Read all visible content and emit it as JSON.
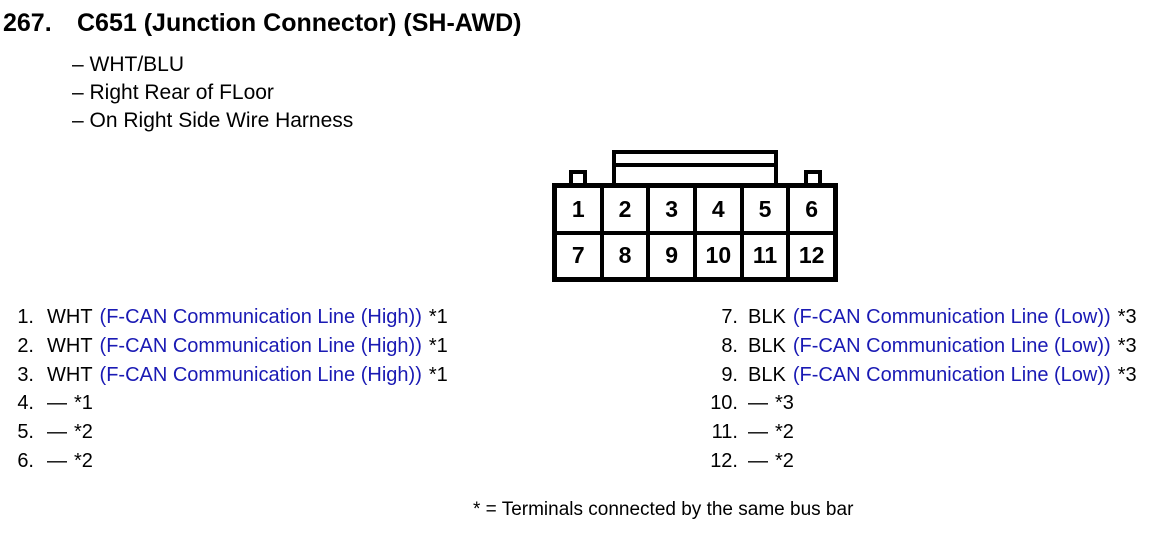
{
  "header": {
    "index": "267.",
    "title": "C651 (Junction Connector) (SH-AWD)",
    "details": [
      "– WHT/BLU",
      "– Right Rear of FLoor",
      "– On Right Side Wire Harness"
    ]
  },
  "connector": {
    "top_row_pins": [
      "1",
      "2",
      "3",
      "4",
      "5",
      "6"
    ],
    "bottom_row_pins": [
      "7",
      "8",
      "9",
      "10",
      "11",
      "12"
    ]
  },
  "pin_table": {
    "left_rows": [
      {
        "num": "1.",
        "wire": "WHT",
        "desc": "(F-CAN Communication Line (High))",
        "note": "*1"
      },
      {
        "num": "2.",
        "wire": "WHT",
        "desc": "(F-CAN Communication Line (High))",
        "note": "*1"
      },
      {
        "num": "3.",
        "wire": "WHT",
        "desc": "(F-CAN Communication Line (High))",
        "note": "*1"
      },
      {
        "num": "4.",
        "wire": "—",
        "desc": "",
        "note": "*1"
      },
      {
        "num": "5.",
        "wire": "—",
        "desc": "",
        "note": "*2"
      },
      {
        "num": "6.",
        "wire": "—",
        "desc": "",
        "note": "*2"
      }
    ],
    "right_rows": [
      {
        "num": "7.",
        "wire": "BLK",
        "desc": "(F-CAN Communication Line (Low))",
        "note": "*3"
      },
      {
        "num": "8.",
        "wire": "BLK",
        "desc": "(F-CAN Communication Line (Low))",
        "note": "*3"
      },
      {
        "num": "9.",
        "wire": "BLK",
        "desc": "(F-CAN Communication Line (Low))",
        "note": "*3"
      },
      {
        "num": "10.",
        "wire": "—",
        "desc": "",
        "note": "*3"
      },
      {
        "num": "11.",
        "wire": "—",
        "desc": "",
        "note": "*2"
      },
      {
        "num": "12.",
        "wire": "—",
        "desc": "",
        "note": "*2"
      }
    ]
  },
  "footnote": "* = Terminals connected by the same bus bar",
  "colors": {
    "background": "#ffffff",
    "text_black": "#000000",
    "line_black": "#000000",
    "can_line_blue": "#1a1ab4"
  }
}
